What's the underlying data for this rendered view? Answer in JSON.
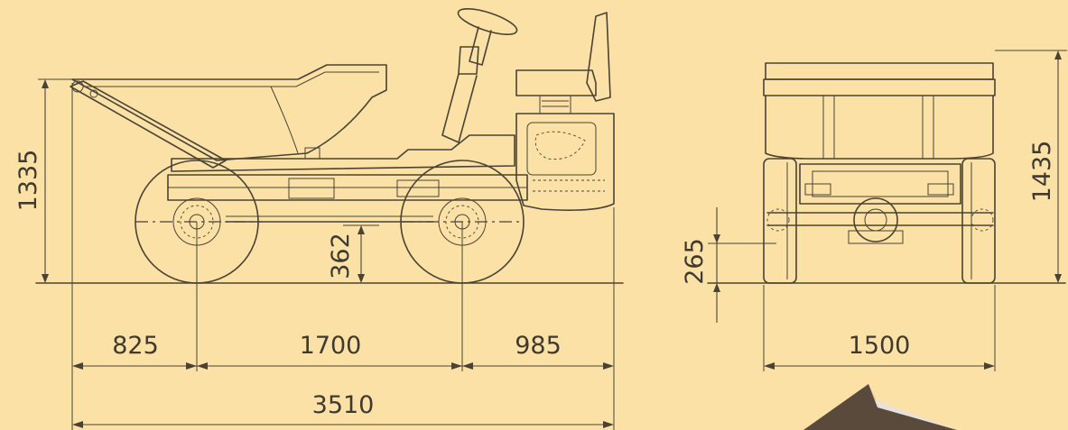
{
  "colors": {
    "background": "#fbe1a6",
    "line": "#4a4234",
    "arrow_mark": "#5a4a3c"
  },
  "dimensions": {
    "side_height": "1335",
    "ground_clearance_side": "362",
    "front_overhang": "825",
    "wheelbase": "1700",
    "rear_overhang": "985",
    "overall_length": "3510",
    "front_height": "1435",
    "ground_clearance_front": "265",
    "overall_width": "1500"
  }
}
